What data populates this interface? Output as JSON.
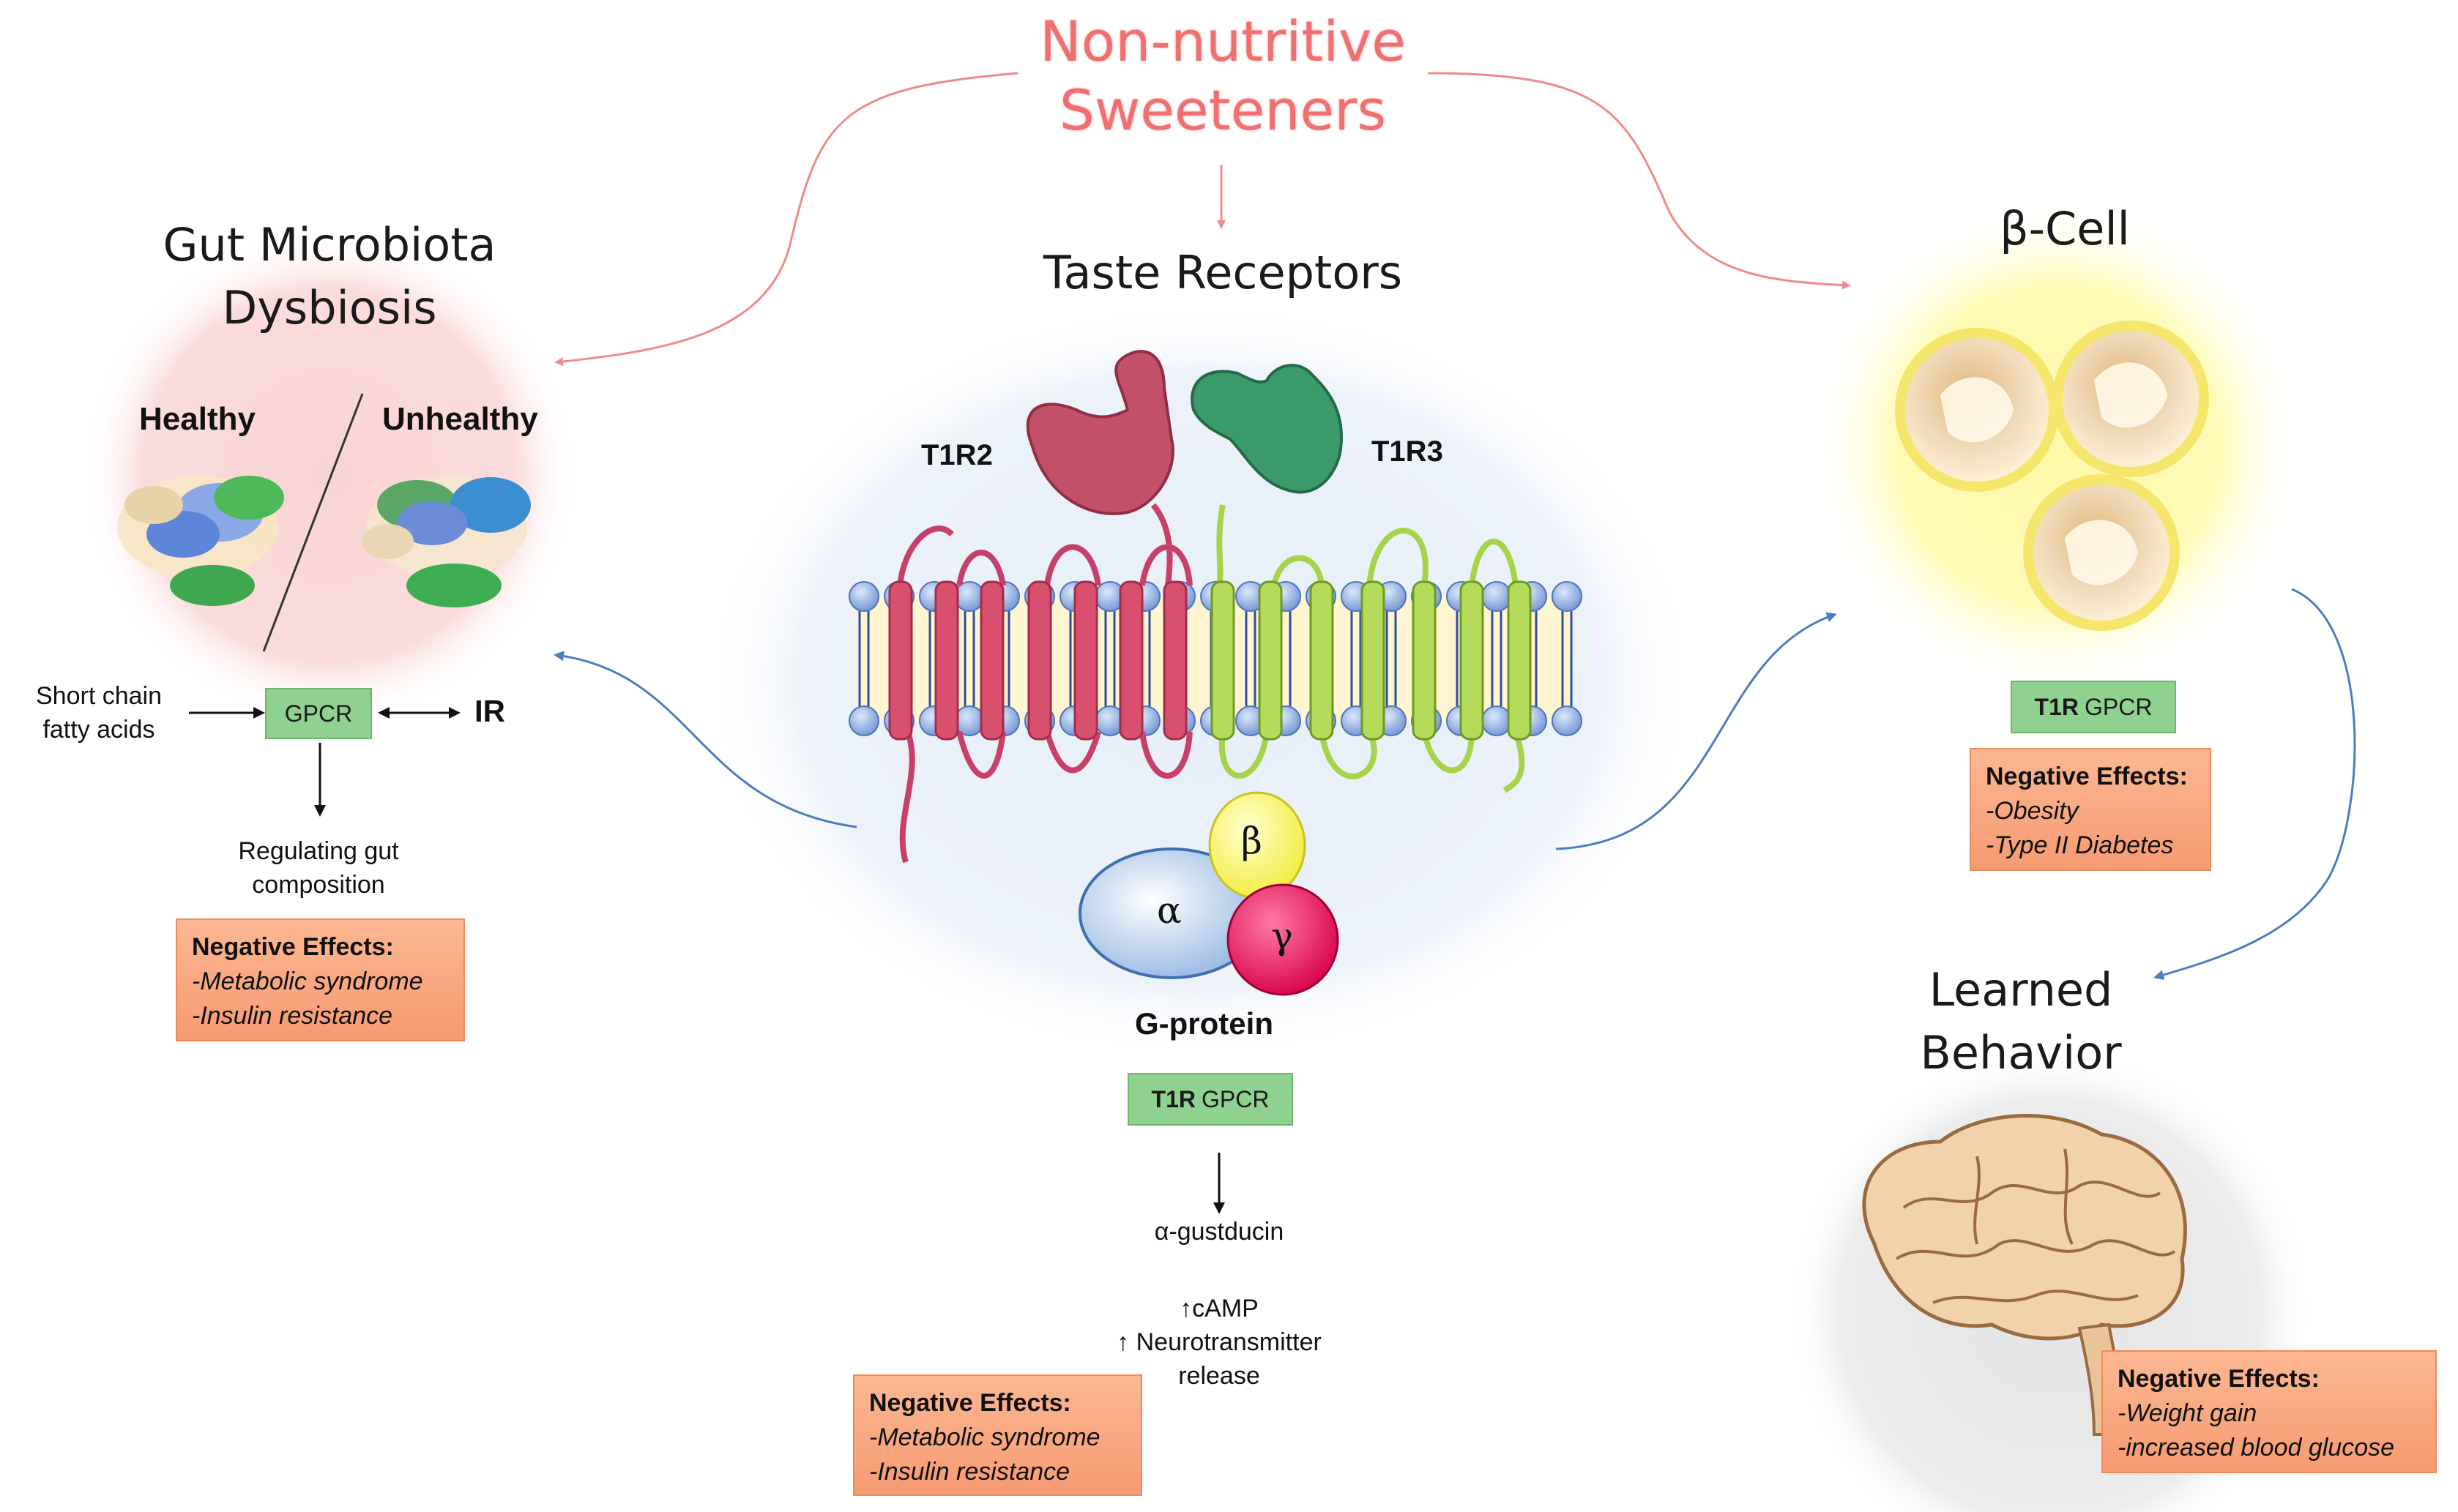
{
  "sweeteners": {
    "line1": "Non-nutritive",
    "line2": "Sweeteners"
  },
  "gut": {
    "title_line1": "Gut Microbiota",
    "title_line2": "Dysbiosis",
    "healthy": "Healthy",
    "unhealthy": "Unhealthy",
    "input_line1": "Short chain",
    "input_line2": "fatty acids",
    "gpcr": "GPCR",
    "ir": "IR",
    "output_line1": "Regulating gut",
    "output_line2": "composition",
    "negative": {
      "heading": "Negative Effects:",
      "items": [
        "-Metabolic syndrome",
        "-Insulin resistance"
      ]
    }
  },
  "taste": {
    "title": "Taste Receptors",
    "t1r2": "T1R2",
    "t1r3": "T1R3",
    "alpha": "α",
    "beta": "β",
    "gamma": "γ",
    "gprotein": "G-protein",
    "box_bold": "T1R",
    "box_rest": "GPCR",
    "gustducin": "α-gustducin",
    "camp": "↑cAMP",
    "neuro_line1": "↑ Neurotransmitter",
    "neuro_line2": "release",
    "negative": {
      "heading": "Negative Effects:",
      "items": [
        "-Metabolic syndrome",
        "-Insulin resistance"
      ]
    }
  },
  "beta_cell": {
    "title": "β-Cell",
    "box_bold": "T1R",
    "box_rest": "GPCR",
    "negative": {
      "heading": "Negative Effects:",
      "items": [
        "-Obesity",
        "-Type II Diabetes"
      ]
    }
  },
  "learned": {
    "title_line1": "Learned",
    "title_line2": "Behavior",
    "negative": {
      "heading": "Negative Effects:",
      "items": [
        "-Weight gain",
        "-increased blood glucose"
      ]
    }
  },
  "colors": {
    "sweetener_text": "#f07070",
    "pink_arrow": "#f08a8a",
    "blue_arrow": "#4a7ec0",
    "t1r2": "#c8506a",
    "t1r3": "#3a9a6a",
    "green_box": "#8fd18f",
    "negative_box": "#f9a57f"
  }
}
